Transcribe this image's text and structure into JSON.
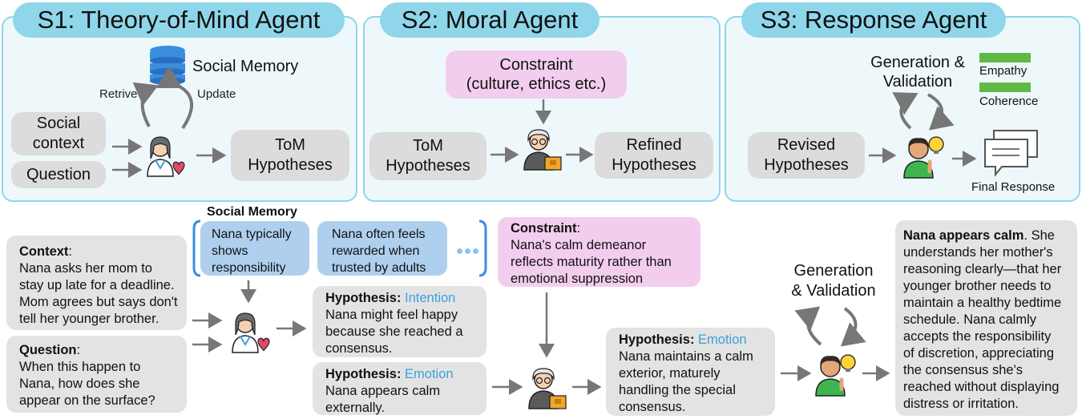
{
  "stages": {
    "s1": {
      "title": "S1: Theory-of-Mind Agent"
    },
    "s2": {
      "title": "S2: Moral Agent"
    },
    "s3": {
      "title": "S3: Response Agent"
    }
  },
  "top": {
    "social_memory": "Social Memory",
    "retrive": "Retrive",
    "update": "Update",
    "social_context": [
      "Social",
      "context"
    ],
    "question": "Question",
    "tom_hyp": [
      "ToM",
      "Hypotheses"
    ],
    "constraint": [
      "Constraint",
      "(culture, ethics etc.)"
    ],
    "tom_hyp2": [
      "ToM",
      "Hypotheses"
    ],
    "refined": [
      "Refined",
      "Hypotheses"
    ],
    "gen_val": [
      "Generation &",
      "Validation"
    ],
    "empathy": "Empathy",
    "coherence": "Coherence",
    "revised": [
      "Revised",
      "Hypotheses"
    ],
    "final_response": "Final Response",
    "metric_color": "#5fb946",
    "stage_color": "#8fd6ea"
  },
  "bottom": {
    "social_memory_title": "Social Memory",
    "mem1": [
      "Nana typically",
      "shows",
      "responsibility"
    ],
    "mem2": [
      "Nana often feels",
      "rewarded when",
      "trusted by adults"
    ],
    "context_label": "Context",
    "context_lines": [
      "Nana asks her mom to",
      "stay up late for a deadline.",
      "Mom agrees but says don't",
      "tell her younger brother."
    ],
    "question_label": "Question",
    "question_lines": [
      "When this happen to",
      "Nana, how does she",
      "appear on the surface?"
    ],
    "hyp1_label": "Hypothesis",
    "hyp1_type": "Intention",
    "hyp1_lines": [
      "Nana might feel happy",
      "because she reached a",
      "consensus."
    ],
    "hyp2_label": "Hypothesis",
    "hyp2_type": "Emotion",
    "hyp2_lines": [
      "Nana appears calm",
      "externally."
    ],
    "constraint_label": "Constraint",
    "constraint_lines": [
      "Nana's calm demeanor",
      "reflects maturity rather than",
      "emotional suppression"
    ],
    "hyp3_label": "Hypothesis",
    "hyp3_type": "Emotion",
    "hyp3_lines": [
      "Nana maintains a calm",
      "exterior, maturely",
      "handling the special",
      "consensus."
    ],
    "gen_val": [
      "Generation",
      "& Validation"
    ],
    "final_bold": "Nana appears calm",
    "final_first_rest": ". She",
    "final_lines": [
      "understands her mother's",
      "reasoning clearly—that her",
      "younger brother needs to",
      "maintain a healthy bedtime",
      "schedule. Nana calmly",
      "accepts the responsibility",
      "of discretion, appreciating",
      "the consensus she's",
      "reached without displaying",
      "distress or irritation."
    ]
  }
}
